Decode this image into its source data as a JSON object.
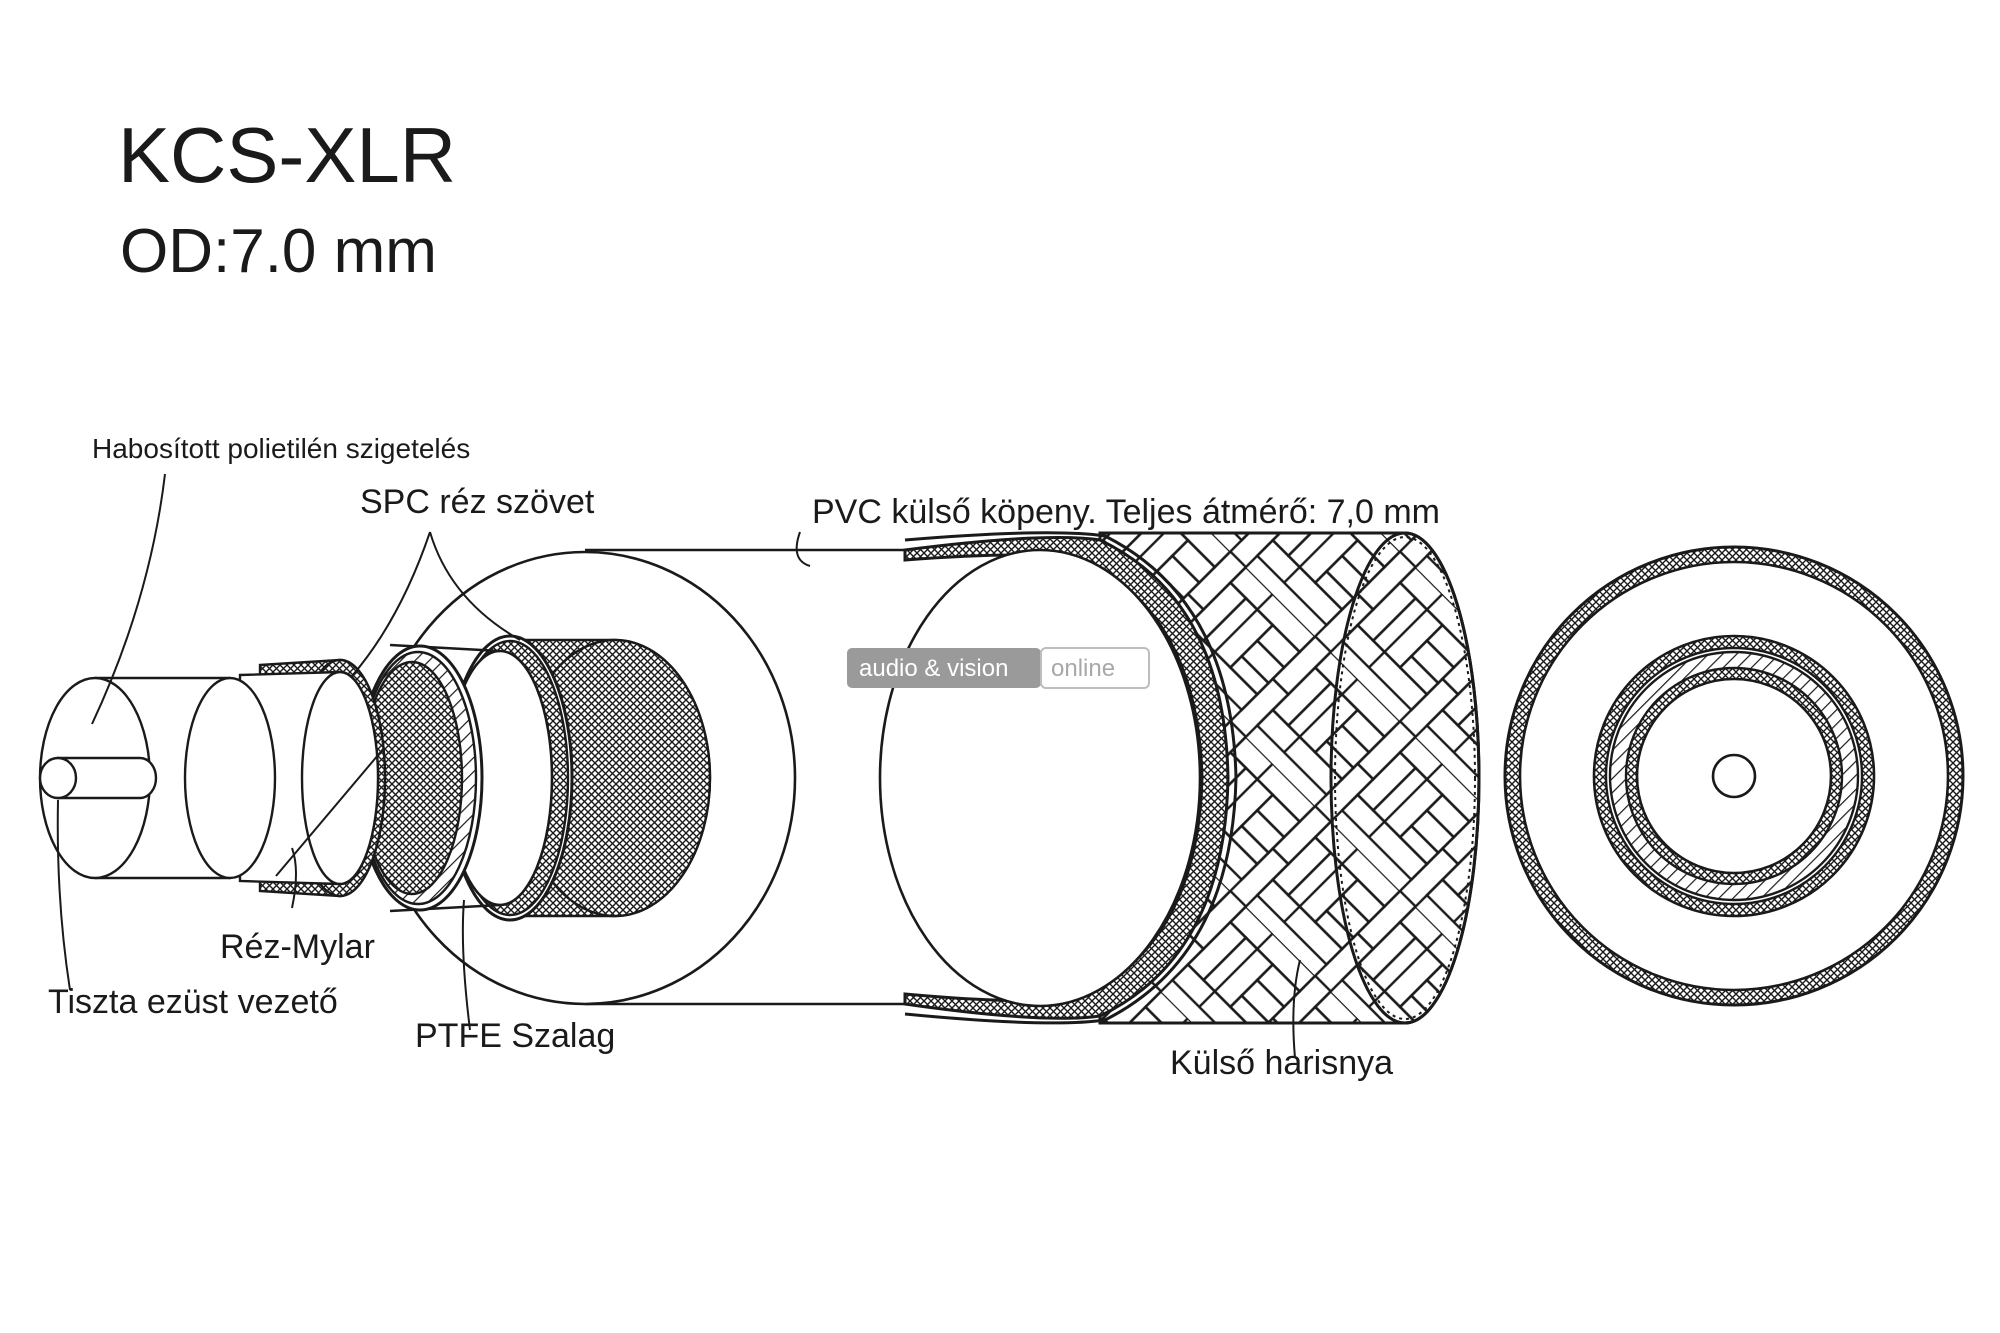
{
  "title": "KCS-XLR",
  "subtitle": "OD:7.0 mm",
  "labels": {
    "foam_insulation": "Habosított polietilén szigetelés",
    "spc_braid": "SPC réz szövet",
    "pvc_jacket": "PVC külső köpeny. Teljes átmérő: 7,0 mm",
    "copper_mylar": "Réz-Mylar",
    "silver_conductor": "Tiszta ezüst vezető",
    "ptfe_tape": "PTFE Szalag",
    "outer_braid": "Külső harisnya"
  },
  "watermark": {
    "left": "audio & vision",
    "right": "online"
  },
  "colors": {
    "line": "#1a1a1a",
    "watermark_bg": "#9a9a9a"
  }
}
